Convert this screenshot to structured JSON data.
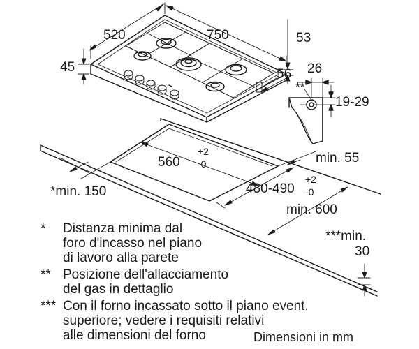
{
  "dimensions": {
    "width": "750",
    "depth": "520",
    "height": "45",
    "offset_top": "53",
    "offset_side": "56",
    "fitting_width": "26",
    "fitting_height": "19-29",
    "cutout_width": "560",
    "cutout_width_tol_plus": "+2",
    "cutout_width_tol_minus": "-0",
    "cutout_depth": "480-490",
    "cutout_depth_tol_plus": "+2",
    "cutout_depth_tol_minus": "-0",
    "min_front": "min. 55",
    "min_wall": "*min. 150",
    "min_counter": "min. 600",
    "min_below_line1": "***min.",
    "min_below_line2": "30",
    "detail_marker": "**"
  },
  "notes": [
    {
      "marker": "*",
      "lines": [
        "Distanza minima dal",
        "foro d'incasso nel piano",
        "di lavoro alla parete"
      ]
    },
    {
      "marker": "**",
      "lines": [
        "Posizione dell'allacciamento",
        "del gas in dettaglio"
      ]
    },
    {
      "marker": "***",
      "lines": [
        "Con il forno incassato sotto il piano event.",
        "superiore; vedere i requisiti relativi",
        "alle dimensioni del forno"
      ]
    }
  ],
  "footer": "Dimensioni in mm"
}
